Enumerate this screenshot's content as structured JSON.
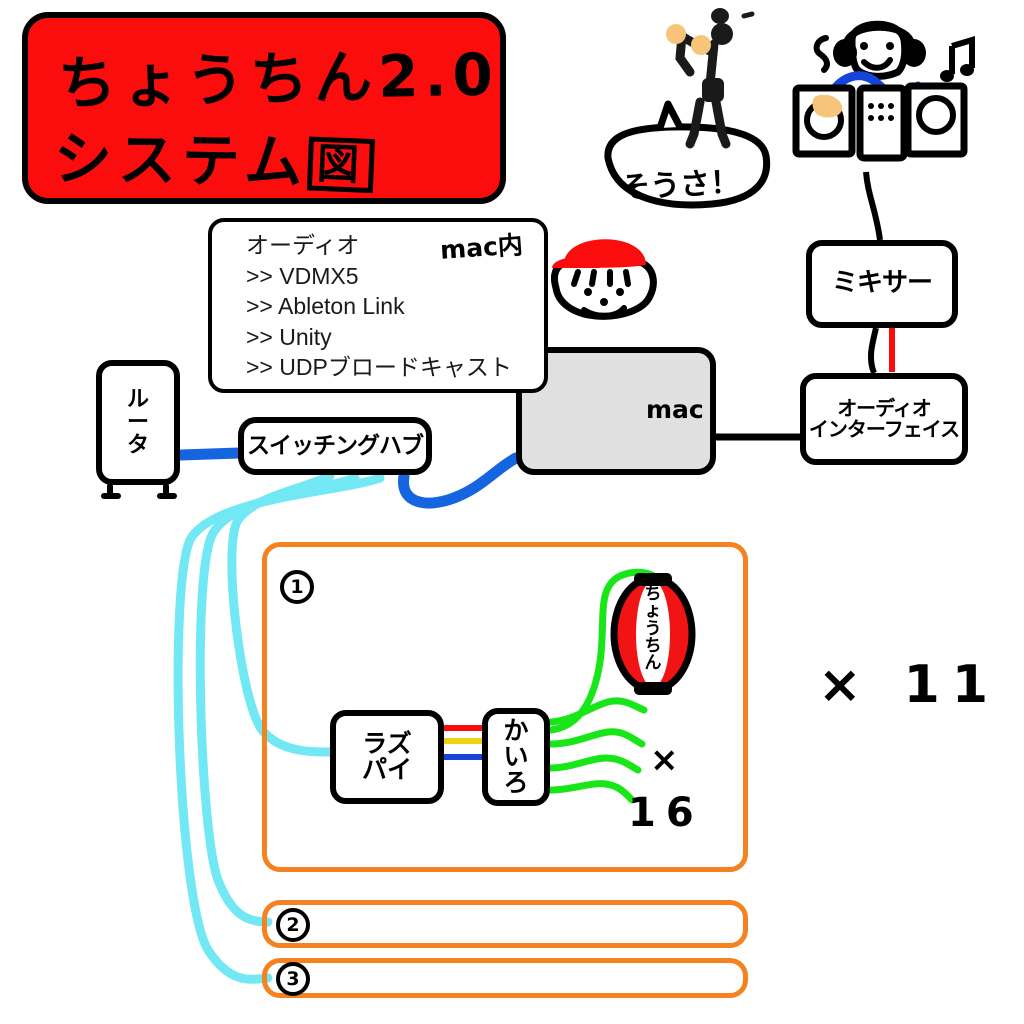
{
  "title": {
    "line1": "ちょうちん2.0",
    "line2_main": "システム",
    "line2_boxed": "図",
    "banner_color": "#fb0d0d"
  },
  "audio_callout": {
    "heading": "オーディオ",
    "items": [
      ">> VDMX5",
      ">> Ableton Link",
      ">> Unity",
      ">> UDPブロードキャスト"
    ],
    "scope_label": "mac内"
  },
  "nodes": {
    "router": {
      "line1": "ル",
      "line2": "ー",
      "line3": "タ"
    },
    "switch_hub": {
      "label": "スイッチングハブ"
    },
    "mac": {
      "label": "mac",
      "icon": "apple-logo",
      "color": "#e0e0e0"
    },
    "mixer": {
      "label": "ミキサー"
    },
    "audio_interface": {
      "line1": "オーディオ",
      "line2": "インターフェイス"
    },
    "raspberry_pi": {
      "line1": "ラズ",
      "line2": "パイ"
    },
    "circuit": {
      "line1": "か",
      "line2": "い",
      "line3": "ろ"
    },
    "lantern": {
      "text": "ちょうちん",
      "body_color": "#f21414"
    }
  },
  "groups": [
    {
      "number": "1",
      "expanded": true
    },
    {
      "number": "2",
      "expanded": false
    },
    {
      "number": "3",
      "expanded": false
    }
  ],
  "annotations": {
    "lantern_multiplier_x": "×",
    "lantern_multiplier_n": "16",
    "group_multiplier": "× 11",
    "speech": "そうさ！"
  },
  "characters": {
    "dancer": {
      "name": "dancing-person"
    },
    "dj": {
      "name": "dj-person",
      "gear": "turntables-and-mixer"
    },
    "mac_user": {
      "name": "person-with-red-cap"
    }
  },
  "colors": {
    "red": "#fb0d0d",
    "orange": "#f58220",
    "cyan": "#72e8f5",
    "blue": "#1565e0",
    "green": "#19e619",
    "yellow": "#f2d017",
    "skin": "#f7c47b",
    "gray": "#e0e0e0"
  }
}
